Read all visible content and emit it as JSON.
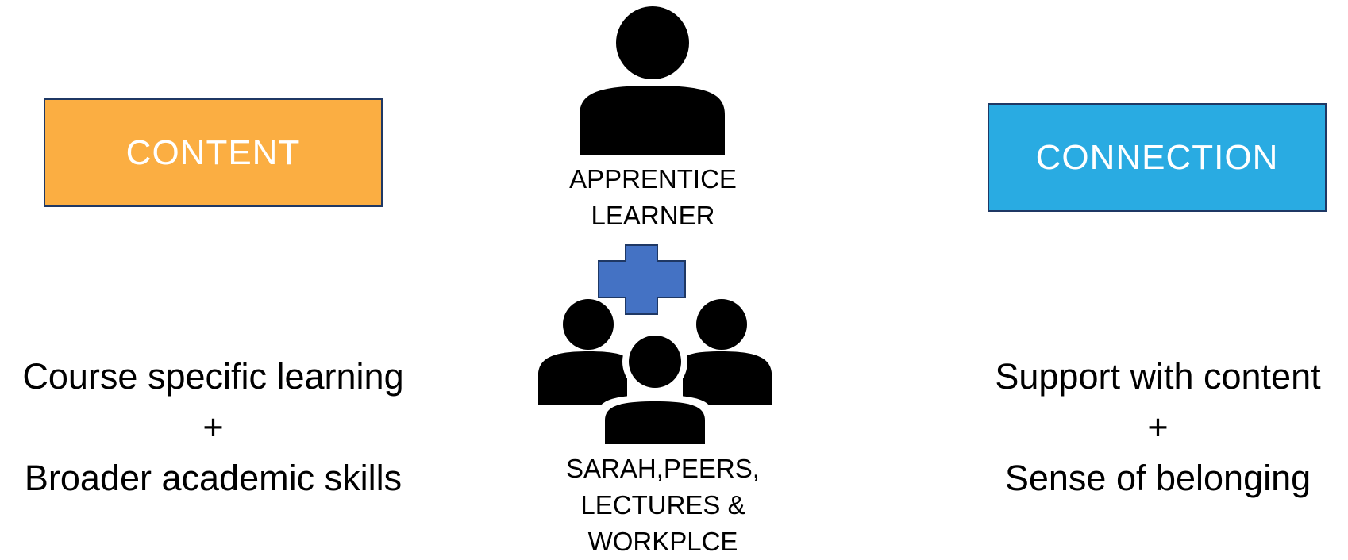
{
  "content": {
    "box_label": "CONTENT",
    "box_color": "#FBAE42",
    "lines": [
      "Course specific learning",
      "+",
      "Broader academic skills"
    ]
  },
  "connection": {
    "box_label": "CONNECTION",
    "box_color": "#29ABE2",
    "lines": [
      "Support with content",
      "+",
      "Sense of belonging"
    ]
  },
  "learner": {
    "icon": "person-icon",
    "lines": [
      "APPRENTICE",
      "LEARNER"
    ]
  },
  "plus_connector": {
    "icon": "plus-icon",
    "color": "#4472C4"
  },
  "group": {
    "icon": "people-group-icon",
    "lines": [
      "SARAH,PEERS,",
      "LECTURES &",
      "WORKPLCE"
    ]
  }
}
